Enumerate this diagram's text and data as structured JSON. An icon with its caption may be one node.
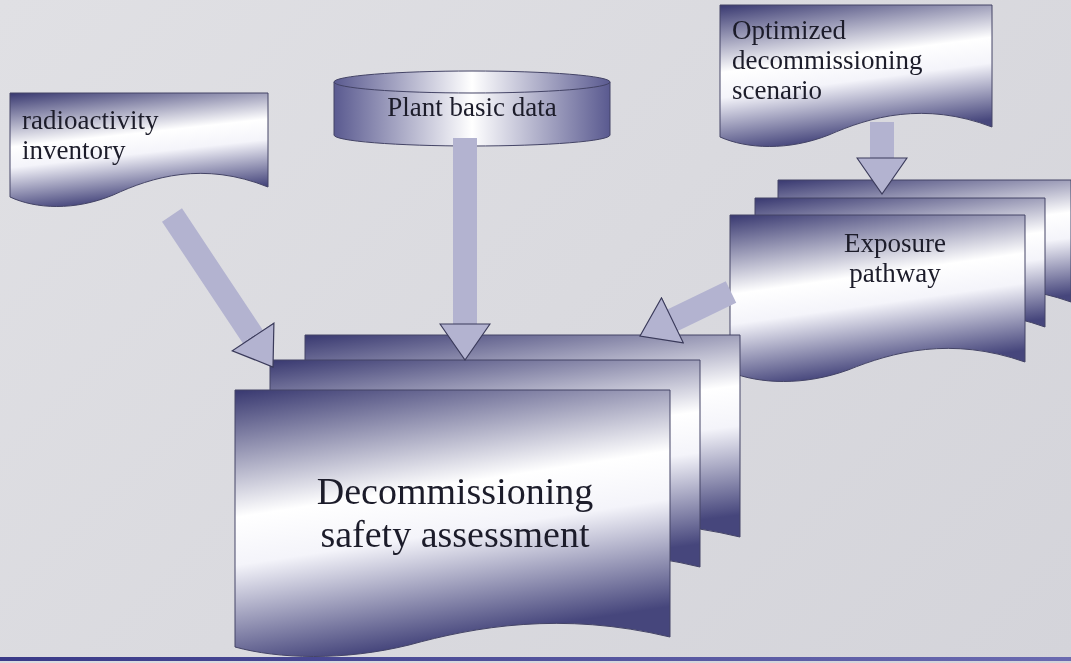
{
  "diagram": {
    "nodes": [
      {
        "text": [
          "radioactivity inventory"
        ]
      },
      {
        "text": [
          "Plant basic data"
        ]
      },
      {
        "text": [
          "Optimized decommissioning scenario"
        ]
      },
      {
        "text": [
          "Exposure pathway"
        ]
      },
      {
        "text": [
          "Decommissioning safety assessment"
        ]
      }
    ],
    "edges": [
      {
        "from": 0,
        "to": 4,
        "arrow": "to"
      },
      {
        "from": 1,
        "to": 4,
        "arrow": "to"
      },
      {
        "from": 2,
        "to": 3,
        "arrow": "to"
      },
      {
        "from": 3,
        "to": 4,
        "arrow": "to"
      }
    ]
  }
}
